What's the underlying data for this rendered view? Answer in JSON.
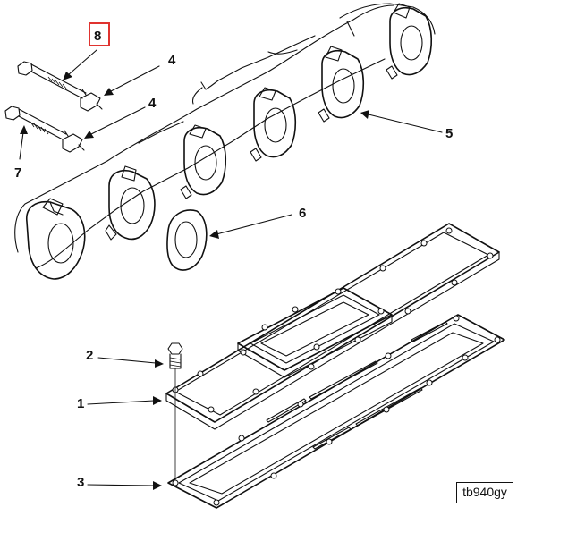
{
  "callouts": {
    "c1": "1",
    "c2": "2",
    "c3": "3",
    "c4a": "4",
    "c4b": "4",
    "c5": "5",
    "c6": "6",
    "c7": "7",
    "c8": "8"
  },
  "reference_code": "tb940gy",
  "highlight_color": "#e0332f",
  "highlighted_callout": "8"
}
